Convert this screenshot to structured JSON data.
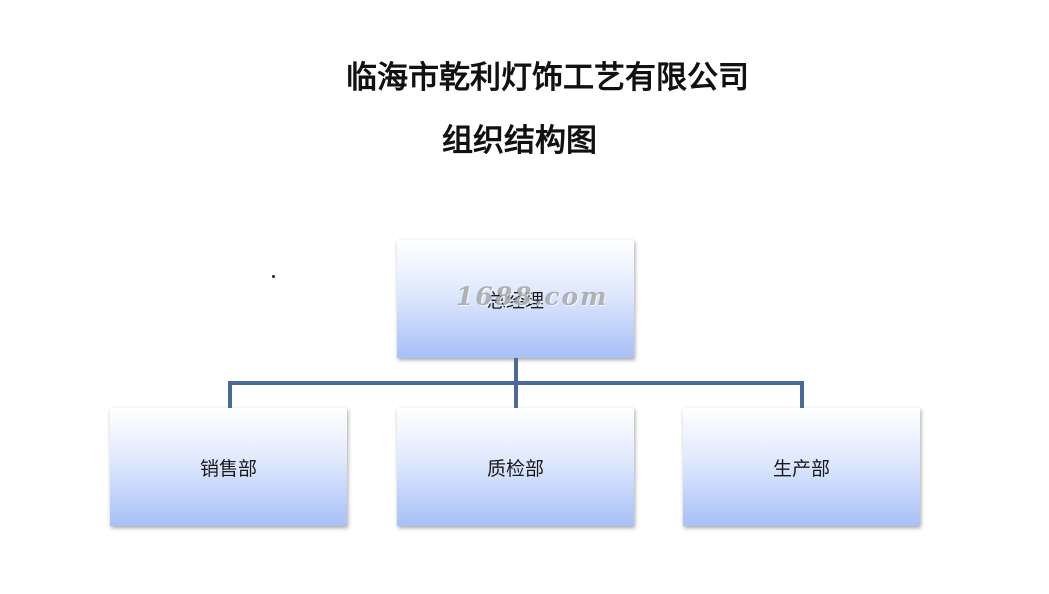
{
  "header": {
    "company": "临海市乾利灯饰工艺有限公司",
    "chart_title": "组织结构图"
  },
  "org": {
    "root": "总经理",
    "departments": [
      "销售部",
      "质检部",
      "生产部"
    ]
  },
  "watermark": "1688.com",
  "colors": {
    "connector": "#4a6b96",
    "box_top": "#ffffff",
    "box_bottom": "#a7c0f7"
  }
}
